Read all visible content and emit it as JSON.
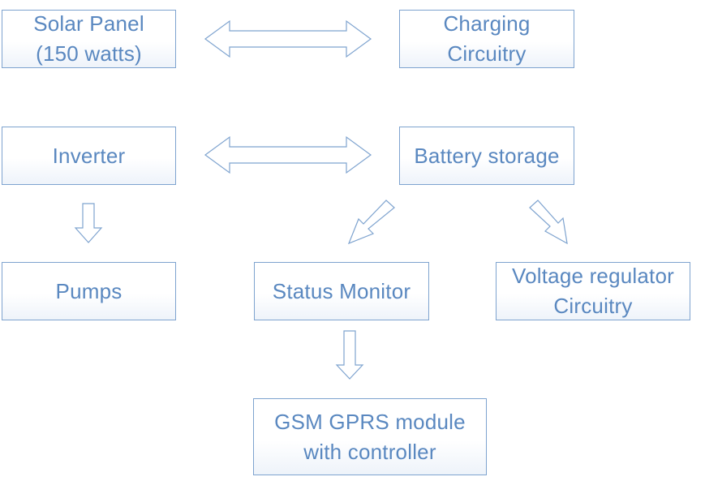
{
  "nodes": {
    "solar_panel": {
      "line1": "Solar Panel",
      "line2": "(150 watts)"
    },
    "charging_circuitry": {
      "line1": "Charging",
      "line2": "Circuitry"
    },
    "inverter": {
      "line1": "Inverter"
    },
    "battery_storage": {
      "line1": "Battery storage"
    },
    "pumps": {
      "line1": "Pumps"
    },
    "status_monitor": {
      "line1": "Status Monitor"
    },
    "voltage_regulator": {
      "line1": "Voltage regulator",
      "line2": "Circuitry"
    },
    "gsm_module": {
      "line1": "GSM GPRS module",
      "line2": "with controller"
    }
  },
  "edges": [
    {
      "from": "solar_panel",
      "to": "charging_circuitry",
      "style": "double-headed"
    },
    {
      "from": "inverter",
      "to": "battery_storage",
      "style": "double-headed"
    },
    {
      "from": "inverter",
      "to": "pumps",
      "style": "single"
    },
    {
      "from": "battery_storage",
      "to": "status_monitor",
      "style": "single"
    },
    {
      "from": "battery_storage",
      "to": "voltage_regulator",
      "style": "single"
    },
    {
      "from": "status_monitor",
      "to": "gsm_module",
      "style": "single"
    }
  ],
  "colors": {
    "box_border": "#7ea3cf",
    "text": "#5a88c0",
    "arrow_stroke": "#7ea3cf",
    "background": "#ffffff"
  }
}
